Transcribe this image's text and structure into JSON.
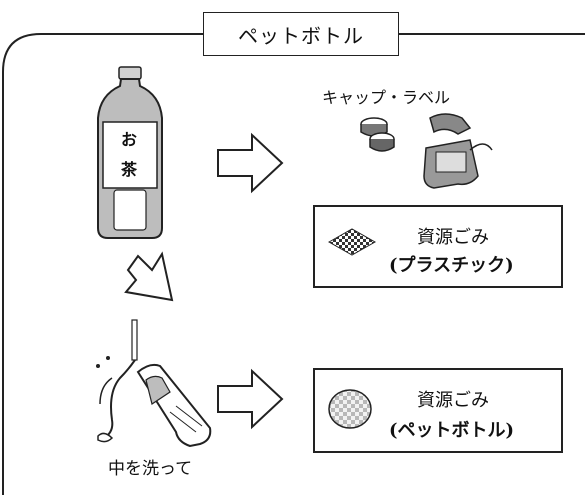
{
  "title": "ペットボトル",
  "bottle_text": [
    "お",
    "茶"
  ],
  "cap_label": "キャップ・ラベル",
  "wash_label": "中を洗って",
  "box_plastic": {
    "line1": "資源ごみ",
    "line2": "(プラスチック)"
  },
  "box_petbottle": {
    "line1": "資源ごみ",
    "line2": "(ペットボトル)"
  },
  "colors": {
    "stroke": "#222222",
    "bottle_gray": "#bdbdbd",
    "dark_gray": "#555555"
  }
}
